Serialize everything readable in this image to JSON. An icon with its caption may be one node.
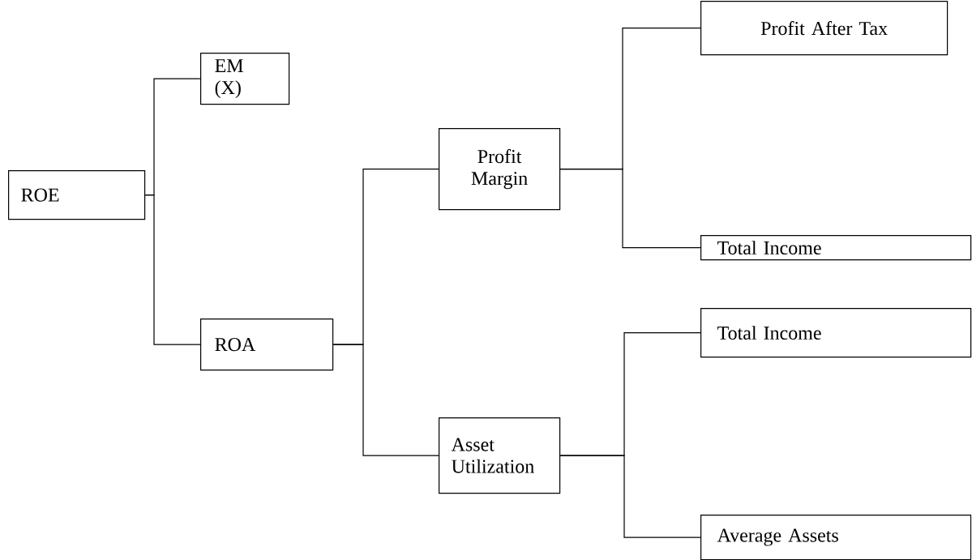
{
  "diagram": {
    "nodes": [
      {
        "text": [
          "ROE"
        ]
      },
      {
        "text": [
          "EM (X)"
        ]
      },
      {
        "text": [
          "ROA"
        ]
      },
      {
        "text": [
          "Profit Margin"
        ]
      },
      {
        "text": [
          "Asset Utilization"
        ]
      },
      {
        "text": [
          "Profit After Tax"
        ]
      },
      {
        "text": [
          "Total Income"
        ]
      },
      {
        "text": [
          "Total Income"
        ]
      },
      {
        "text": [
          "Average Assets"
        ]
      }
    ],
    "edges": [
      {
        "from": 0,
        "to": 1,
        "arrow": "none"
      },
      {
        "from": 0,
        "to": 2,
        "arrow": "none"
      },
      {
        "from": 2,
        "to": 3,
        "arrow": "none"
      },
      {
        "from": 2,
        "to": 4,
        "arrow": "none"
      },
      {
        "from": 3,
        "to": 5,
        "arrow": "none"
      },
      {
        "from": 3,
        "to": 6,
        "arrow": "none"
      },
      {
        "from": 4,
        "to": 7,
        "arrow": "none"
      },
      {
        "from": 4,
        "to": 8,
        "arrow": "none"
      }
    ]
  }
}
